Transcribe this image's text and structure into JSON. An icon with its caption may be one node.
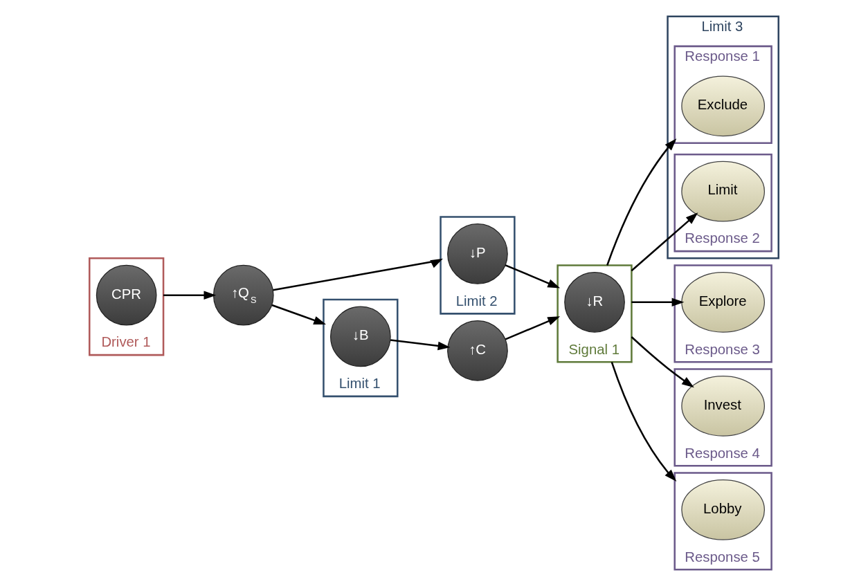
{
  "diagram": {
    "nodes": [
      {
        "text": [
          "Driver 1"
        ]
      },
      {
        "text": [
          "CPR"
        ],
        "in": 0
      },
      {
        "text": [
          "↑Q$_{S}$"
        ]
      },
      {
        "text": [
          "Limit 2"
        ]
      },
      {
        "text": [
          "↓P"
        ],
        "in": 3
      },
      {
        "text": [
          "Limit 1"
        ]
      },
      {
        "text": [
          "↓B"
        ],
        "in": 5
      },
      {
        "text": [
          "↑C"
        ]
      },
      {
        "text": [
          "Signal 1"
        ]
      },
      {
        "text": [
          "↓R"
        ],
        "in": 8
      },
      {
        "text": [
          "Limit 3"
        ]
      },
      {
        "text": [
          "Response 1"
        ],
        "in": 10
      },
      {
        "text": [
          "Exclude"
        ],
        "in": 11
      },
      {
        "text": [
          "Response 2"
        ],
        "in": 10
      },
      {
        "text": [
          "Limit"
        ],
        "in": 13
      },
      {
        "text": [
          "Response 3"
        ]
      },
      {
        "text": [
          "Explore"
        ],
        "in": 15
      },
      {
        "text": [
          "Response 4"
        ]
      },
      {
        "text": [
          "Invest"
        ],
        "in": 17
      },
      {
        "text": [
          "Response 5"
        ]
      },
      {
        "text": [
          "Lobby"
        ],
        "in": 19
      }
    ],
    "edges": [
      {
        "from": 0,
        "to": 2,
        "arrow": "to"
      },
      {
        "from": 2,
        "to": 3,
        "arrow": "to"
      },
      {
        "from": 2,
        "to": 5,
        "arrow": "to"
      },
      {
        "from": 6,
        "to": 7,
        "arrow": "to"
      },
      {
        "from": 4,
        "to": 8,
        "arrow": "to"
      },
      {
        "from": 7,
        "to": 8,
        "arrow": "to"
      },
      {
        "from": 8,
        "to": 11,
        "arrow": "to"
      },
      {
        "from": 8,
        "to": 14,
        "arrow": "to"
      },
      {
        "from": 8,
        "to": 16,
        "arrow": "to"
      },
      {
        "from": 8,
        "to": 18,
        "arrow": "to"
      },
      {
        "from": 8,
        "to": 19,
        "arrow": "to"
      }
    ]
  }
}
